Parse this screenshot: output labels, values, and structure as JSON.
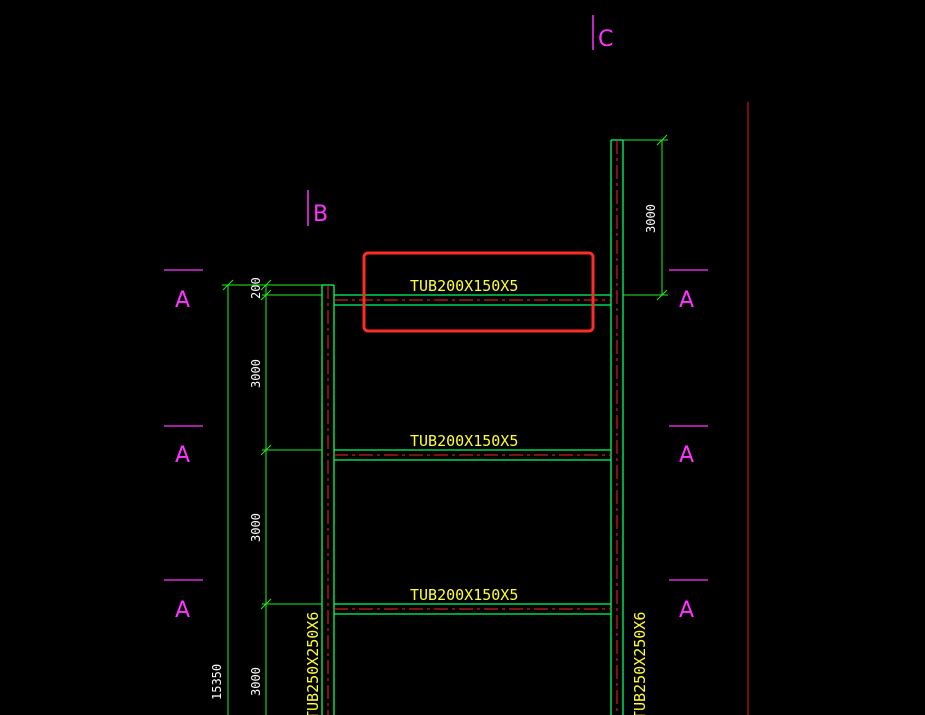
{
  "colors": {
    "background": "#000000",
    "column": "#00ff66",
    "centerline": "#ff2222",
    "dimension": "#22ee22",
    "beam_label": "#ffff33",
    "section_mark": "#ff33ff",
    "grid_line": "#cc1111",
    "highlight_box": "#ff2a2a",
    "dim_text": "#ffffff"
  },
  "grid_labels": {
    "b": "B",
    "c": "C"
  },
  "beam_labels": [
    "TUB200X150X5",
    "TUB200X150X5",
    "TUB200X150X5"
  ],
  "column_labels": {
    "left": "TUB250X250X6",
    "right": "TUB250X250X6"
  },
  "section_marks": [
    "A",
    "A",
    "A",
    "A",
    "A",
    "A"
  ],
  "dimensions": {
    "top_right": "3000",
    "top_left": "200",
    "span_1": "3000",
    "span_2": "3000",
    "span_3": "3000",
    "total": "15350"
  }
}
